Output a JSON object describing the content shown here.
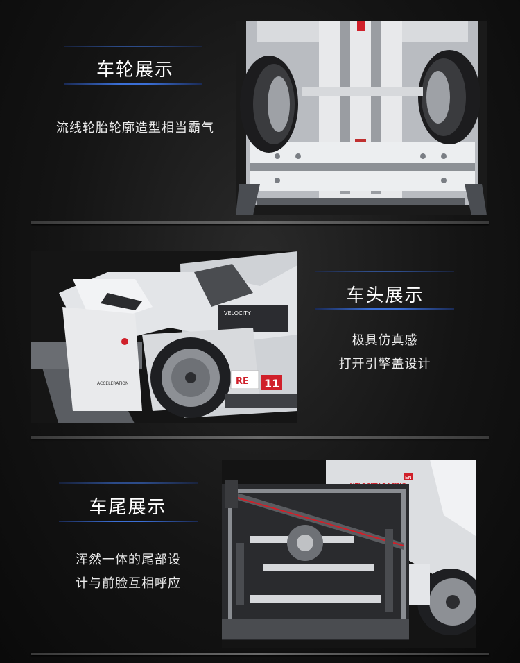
{
  "sections": [
    {
      "title": "车轮展示",
      "lines": [
        "流线轮胎轮廓造型相当霸气"
      ]
    },
    {
      "title": "车头展示",
      "lines": [
        "极具仿真感",
        "打开引擎盖设计"
      ]
    },
    {
      "title": "车尾展示",
      "lines": [
        "浑然一体的尾部设",
        "计与前脸互相呼应"
      ]
    }
  ],
  "decals": {
    "velocity": "VELOCITY",
    "re": "RE",
    "number": "11",
    "acceleration": "ACCELERATION",
    "velocity_racing": "VELOCITY RACING",
    "en": "EN"
  },
  "colors": {
    "accent_blue": "#3b6fd6",
    "decal_red": "#d0202a"
  }
}
